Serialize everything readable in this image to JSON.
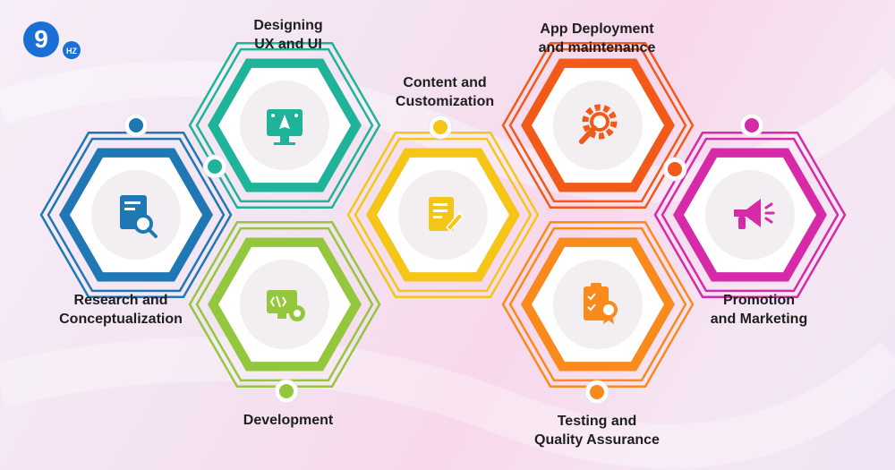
{
  "logo": {
    "primary": "9",
    "badge": "HZ",
    "color": "#1a6fd6"
  },
  "steps": [
    {
      "id": "research",
      "line1": "Research and",
      "line2": "Conceptualization",
      "color": "#1f78b4",
      "icon": "document-search-icon"
    },
    {
      "id": "design",
      "line1": "Designing",
      "line2": "UX and UI",
      "color": "#1fb49a",
      "icon": "design-monitor-icon"
    },
    {
      "id": "development",
      "line1": "Development",
      "line2": "",
      "color": "#93c83e",
      "icon": "code-gear-icon"
    },
    {
      "id": "content",
      "line1": "Content and",
      "line2": "Customization",
      "color": "#f5c518",
      "icon": "document-edit-icon"
    },
    {
      "id": "deployment",
      "line1": "App Deployment",
      "line2": "and maintenance",
      "color": "#f25a1a",
      "icon": "wrench-gear-icon"
    },
    {
      "id": "testing",
      "line1": "Testing and",
      "line2": "Quality Assurance",
      "color": "#f98a1c",
      "icon": "checklist-badge-icon"
    },
    {
      "id": "promotion",
      "line1": "Promotion",
      "line2": "and Marketing",
      "color": "#d62aa8",
      "icon": "megaphone-icon"
    }
  ]
}
